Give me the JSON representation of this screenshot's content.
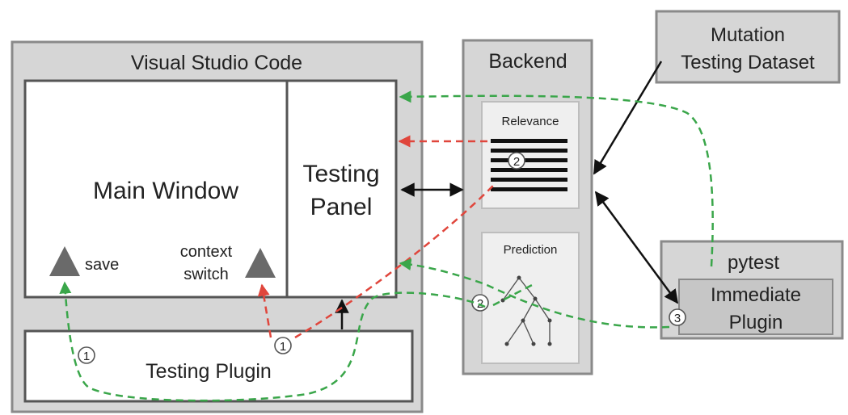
{
  "vscode": {
    "title": "Visual Studio Code",
    "main_window": "Main Window",
    "testing_panel_line1": "Testing",
    "testing_panel_line2": "Panel",
    "save": "save",
    "context_line1": "context",
    "context_line2": "switch",
    "testing_plugin": "Testing Plugin"
  },
  "backend": {
    "title": "Backend",
    "relevance": "Relevance",
    "prediction": "Prediction"
  },
  "dataset": {
    "line1": "Mutation",
    "line2": "Testing Dataset"
  },
  "pytest": {
    "title": "pytest",
    "plugin_line1": "Immediate",
    "plugin_line2": "Plugin"
  },
  "steps": {
    "one": "1",
    "two": "2",
    "three": "3"
  },
  "colors": {
    "green_dashed": "#3aa64a",
    "red_dashed": "#e0463c",
    "arrow": "#111111",
    "box_gray": "#d6d6d6"
  }
}
